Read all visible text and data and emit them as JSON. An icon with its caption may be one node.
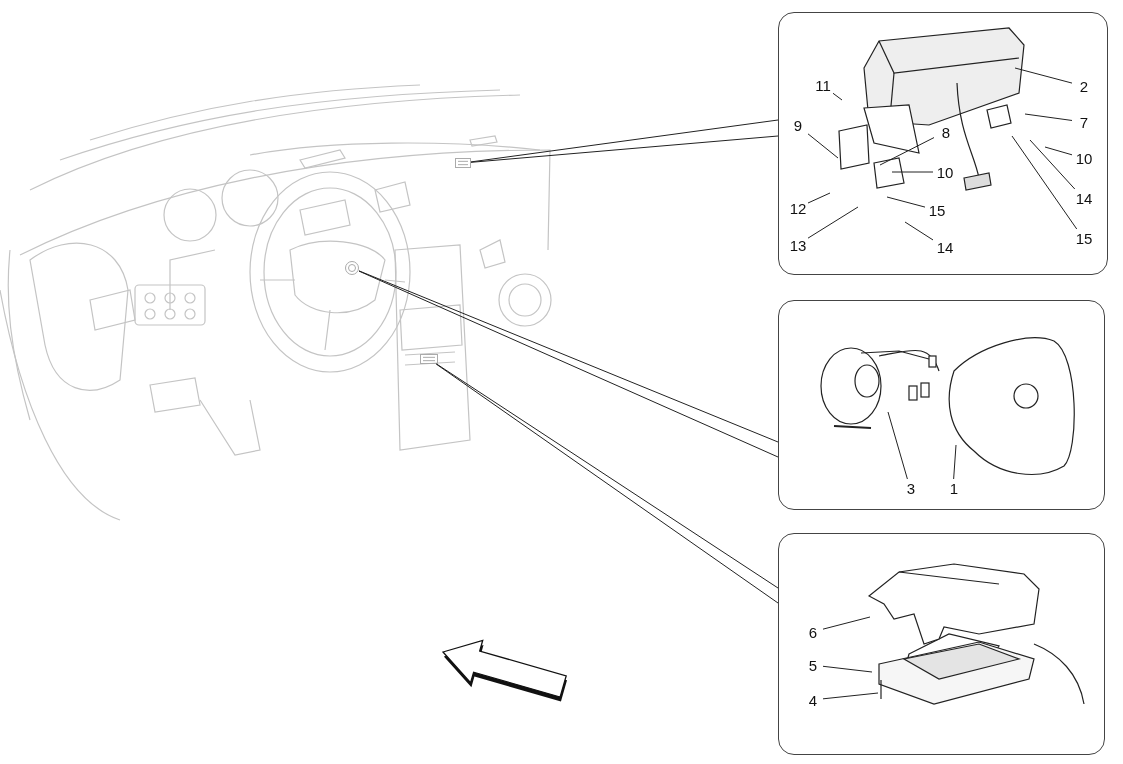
{
  "diagram": {
    "nodes": [
      {
        "text": [],
        "shape": "picture"
      },
      {
        "text": [],
        "shape": "picture",
        "in": 0
      },
      {
        "text": [],
        "shape": "picture",
        "in": 0
      },
      {
        "text": [],
        "shape": "picture",
        "in": 0
      },
      {
        "text": [],
        "shape": "box"
      },
      {
        "text": [],
        "shape": "box"
      },
      {
        "text": [],
        "shape": "box"
      },
      {
        "text": [
          "11"
        ],
        "in": 4
      },
      {
        "text": [
          "2"
        ],
        "in": 4
      },
      {
        "text": [
          "9"
        ],
        "in": 4
      },
      {
        "text": [
          "7"
        ],
        "in": 4
      },
      {
        "text": [
          "8"
        ],
        "in": 4
      },
      {
        "text": [
          "10"
        ],
        "in": 4
      },
      {
        "text": [
          "10"
        ],
        "in": 4
      },
      {
        "text": [
          "12"
        ],
        "in": 4
      },
      {
        "text": [
          "15"
        ],
        "in": 4
      },
      {
        "text": [
          "14"
        ],
        "in": 4
      },
      {
        "text": [
          "13"
        ],
        "in": 4
      },
      {
        "text": [
          "15"
        ],
        "in": 4
      },
      {
        "text": [
          "14"
        ],
        "in": 4
      },
      {
        "text": [
          "3"
        ],
        "in": 5
      },
      {
        "text": [
          "1"
        ],
        "in": 5
      },
      {
        "text": [
          "6"
        ],
        "in": 6
      },
      {
        "text": [
          "5"
        ],
        "in": 6
      },
      {
        "text": [
          "4"
        ],
        "in": 6
      }
    ],
    "edges": [
      {
        "from": 1,
        "to": 4,
        "arrow": "none"
      },
      {
        "from": 1,
        "to": 4,
        "arrow": "none"
      },
      {
        "from": 2,
        "to": 5,
        "arrow": "none"
      },
      {
        "from": 2,
        "to": 5,
        "arrow": "none"
      },
      {
        "from": 3,
        "to": 6,
        "arrow": "none"
      },
      {
        "from": 3,
        "to": 6,
        "arrow": "none"
      },
      {
        "from": 7,
        "to": null,
        "arrow": "none"
      },
      {
        "from": 8,
        "to": null,
        "arrow": "none"
      },
      {
        "from": 9,
        "to": null,
        "arrow": "none"
      },
      {
        "from": 10,
        "to": null,
        "arrow": "none"
      },
      {
        "from": 11,
        "to": null,
        "arrow": "none"
      },
      {
        "from": 12,
        "to": null,
        "arrow": "none"
      },
      {
        "from": 13,
        "to": null,
        "arrow": "none"
      },
      {
        "from": 14,
        "to": null,
        "arrow": "none"
      },
      {
        "from": 15,
        "to": null,
        "arrow": "none"
      },
      {
        "from": 16,
        "to": null,
        "arrow": "none"
      },
      {
        "from": 17,
        "to": null,
        "arrow": "none"
      },
      {
        "from": 18,
        "to": null,
        "arrow": "none"
      },
      {
        "from": 19,
        "to": null,
        "arrow": "none"
      },
      {
        "from": 20,
        "to": null,
        "arrow": "none"
      },
      {
        "from": 21,
        "to": null,
        "arrow": "none"
      },
      {
        "from": 22,
        "to": null,
        "arrow": "none"
      },
      {
        "from": 23,
        "to": null,
        "arrow": "none"
      },
      {
        "from": 24,
        "to": null,
        "arrow": "none"
      }
    ]
  }
}
